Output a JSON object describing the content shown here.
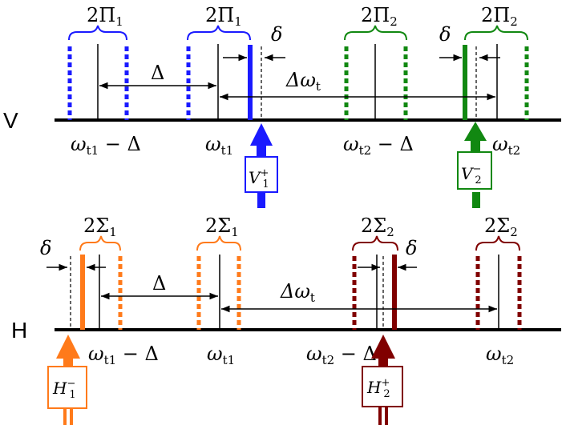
{
  "colors": {
    "blue": "#1a1aff",
    "green": "#118811",
    "orange": "#ff7a1a",
    "darkred": "#800000",
    "black": "#000000"
  },
  "panel_v": {
    "axis_label": "V",
    "groups": [
      {
        "label_main": "2Π",
        "label_sub": "1"
      },
      {
        "label_main": "2Π",
        "label_sub": "1"
      },
      {
        "label_main": "2Π",
        "label_sub": "2"
      },
      {
        "label_main": "2Π",
        "label_sub": "2"
      }
    ],
    "ticks": [
      {
        "main": "ω",
        "sub": "t1",
        "suffix": " − Δ"
      },
      {
        "main": "ω",
        "sub": "t1",
        "suffix": ""
      },
      {
        "main": "ω",
        "sub": "t2",
        "suffix": " − Δ"
      },
      {
        "main": "ω",
        "sub": "t2",
        "suffix": ""
      }
    ],
    "delta_symbol": "Δ",
    "delta_omega_main": "Δω",
    "delta_omega_sub": "t",
    "small_delta": "δ",
    "pump_1": {
      "main": "V",
      "sub": "1",
      "sup": "+"
    },
    "pump_2": {
      "main": "V",
      "sub": "2",
      "sup": "−"
    }
  },
  "panel_h": {
    "axis_label": "H",
    "groups": [
      {
        "label_main": "2Σ",
        "label_sub": "1"
      },
      {
        "label_main": "2Σ",
        "label_sub": "1"
      },
      {
        "label_main": "2Σ",
        "label_sub": "2"
      },
      {
        "label_main": "2Σ",
        "label_sub": "2"
      }
    ],
    "ticks": [
      {
        "main": "ω",
        "sub": "t1",
        "suffix": " − Δ"
      },
      {
        "main": "ω",
        "sub": "t1",
        "suffix": ""
      },
      {
        "main": "ω",
        "sub": "t2",
        "suffix": " − Δ"
      },
      {
        "main": "ω",
        "sub": "t2",
        "suffix": ""
      }
    ],
    "delta_symbol": "Δ",
    "delta_omega_main": "Δω",
    "delta_omega_sub": "t",
    "small_delta": "δ",
    "pump_1": {
      "main": "H",
      "sub": "1",
      "sup": "−"
    },
    "pump_2": {
      "main": "H",
      "sub": "2",
      "sup": "+"
    }
  }
}
